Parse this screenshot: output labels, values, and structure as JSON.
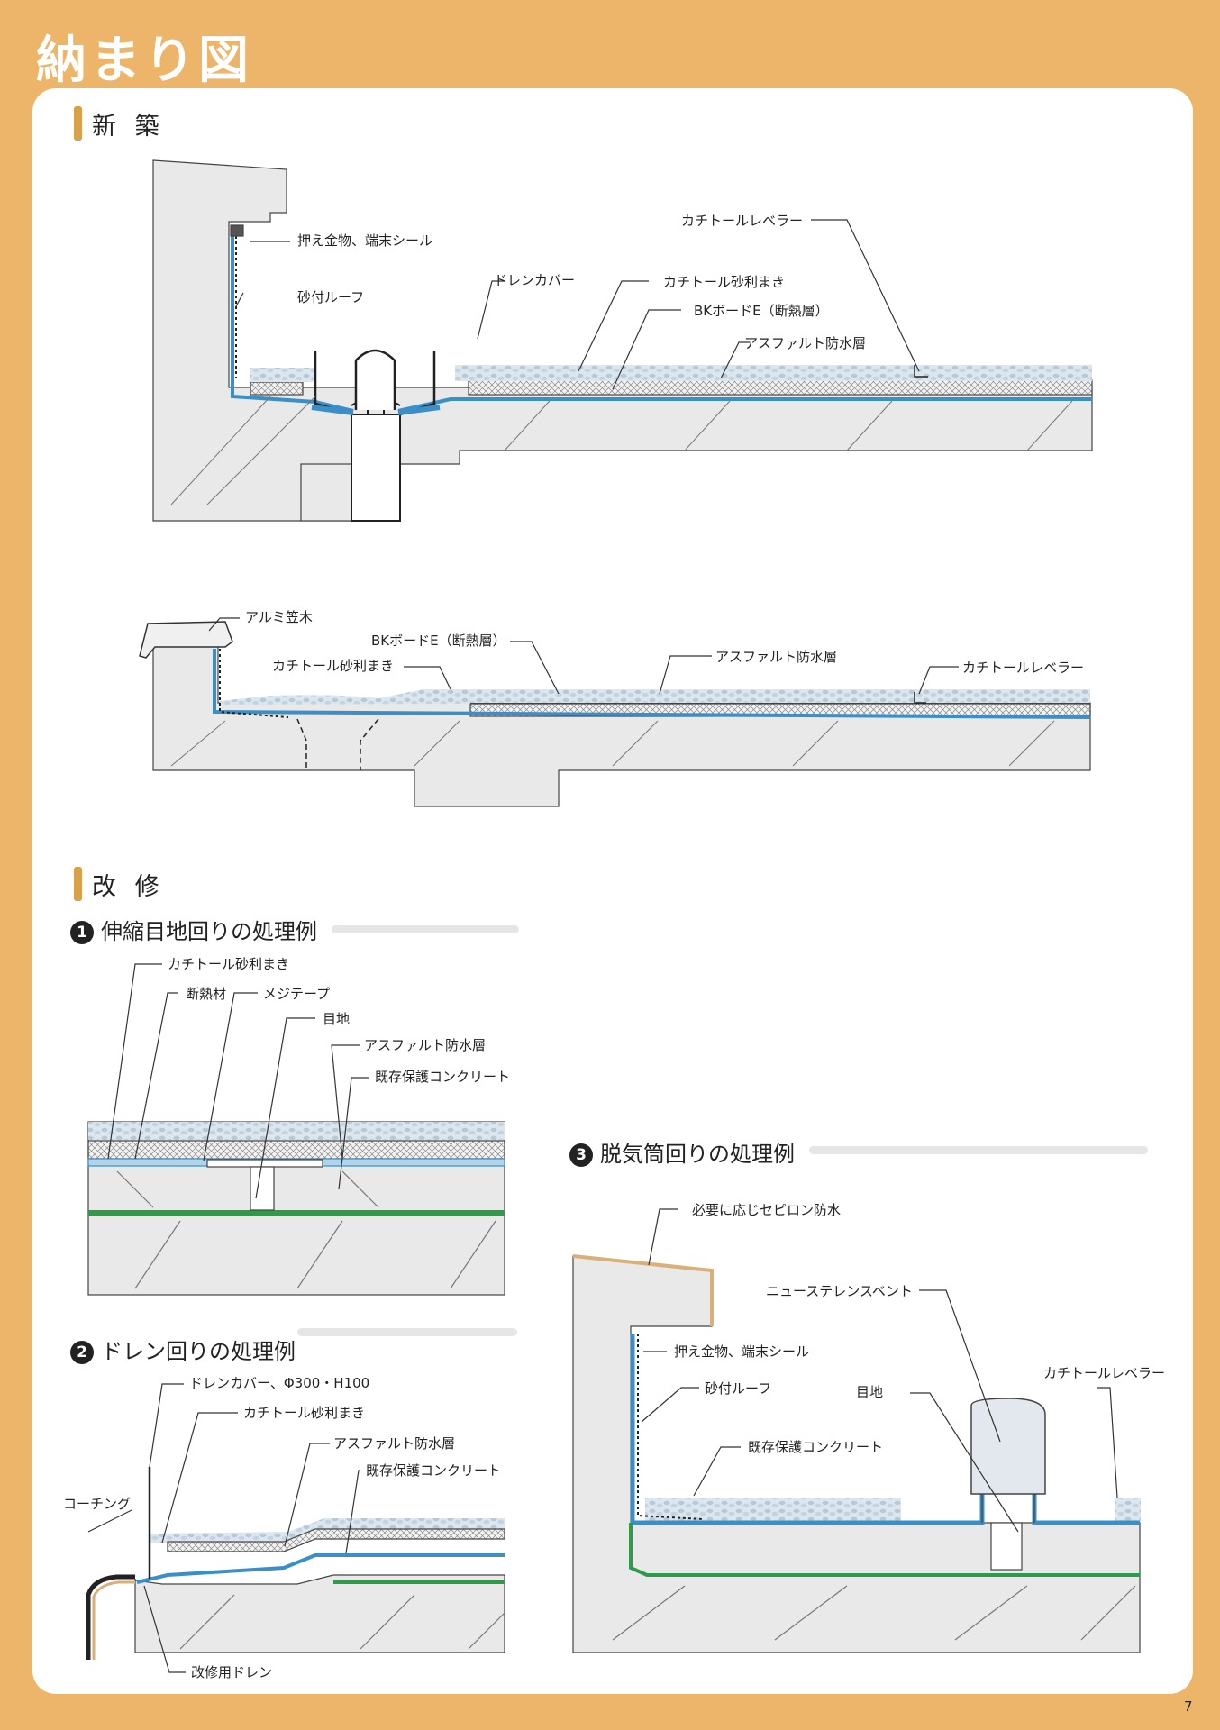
{
  "page": {
    "title": "納まり図",
    "number": "7"
  },
  "colors": {
    "background": "#ECB56A",
    "panel": "#FFFFFF",
    "accent_bar": "#D9A04A",
    "concrete": "#E9E9E9",
    "waterproof": "#3B8FC9",
    "gravel": "#C9D7E2",
    "existing_layer": "#2E9A4A",
    "coping": "#D8B078"
  },
  "sections": {
    "new_build": {
      "heading": "新 築",
      "diagram_a": {
        "labels": {
          "pressing_metal": "押え金物、端末シール",
          "sanded_roof": "砂付ルーフ",
          "drain_cover": "ドレンカバー",
          "gravel": "カチトール砂利まき",
          "leveler": "カチトールレベラー",
          "bk_board": "BKボードE（断熱層）",
          "asphalt": "アスファルト防水層"
        }
      },
      "diagram_b": {
        "labels": {
          "coping": "アルミ笠木",
          "bk_board": "BKボードE（断熱層）",
          "gravel": "カチトール砂利まき",
          "asphalt": "アスファルト防水層",
          "leveler": "カチトールレベラー"
        }
      }
    },
    "renovation": {
      "heading": "改 修",
      "example1": {
        "number": "1",
        "title": "伸縮目地回りの処理例",
        "labels": {
          "gravel": "カチトール砂利まき",
          "insulation": "断熱材",
          "tape": "メジテープ",
          "joint": "目地",
          "asphalt": "アスファルト防水層",
          "existing_concrete": "既存保護コンクリート"
        }
      },
      "example2": {
        "number": "2",
        "title": "ドレン回りの処理例",
        "labels": {
          "drain_cover": "ドレンカバー、Φ300・H100",
          "gravel": "カチトール砂利まき",
          "asphalt": "アスファルト防水層",
          "existing_concrete": "既存保護コンクリート",
          "coaching": "コーチング",
          "renovation_drain": "改修用ドレン"
        }
      },
      "example3": {
        "number": "3",
        "title": "脱気筒回りの処理例",
        "labels": {
          "seipiron": "必要に応じセピロン防水",
          "vent": "ニューステレンスベント",
          "pressing_metal": "押え金物、端末シール",
          "leveler": "カチトールレベラー",
          "sanded_roof": "砂付ルーフ",
          "joint": "目地",
          "existing_concrete": "既存保護コンクリート"
        }
      }
    }
  }
}
